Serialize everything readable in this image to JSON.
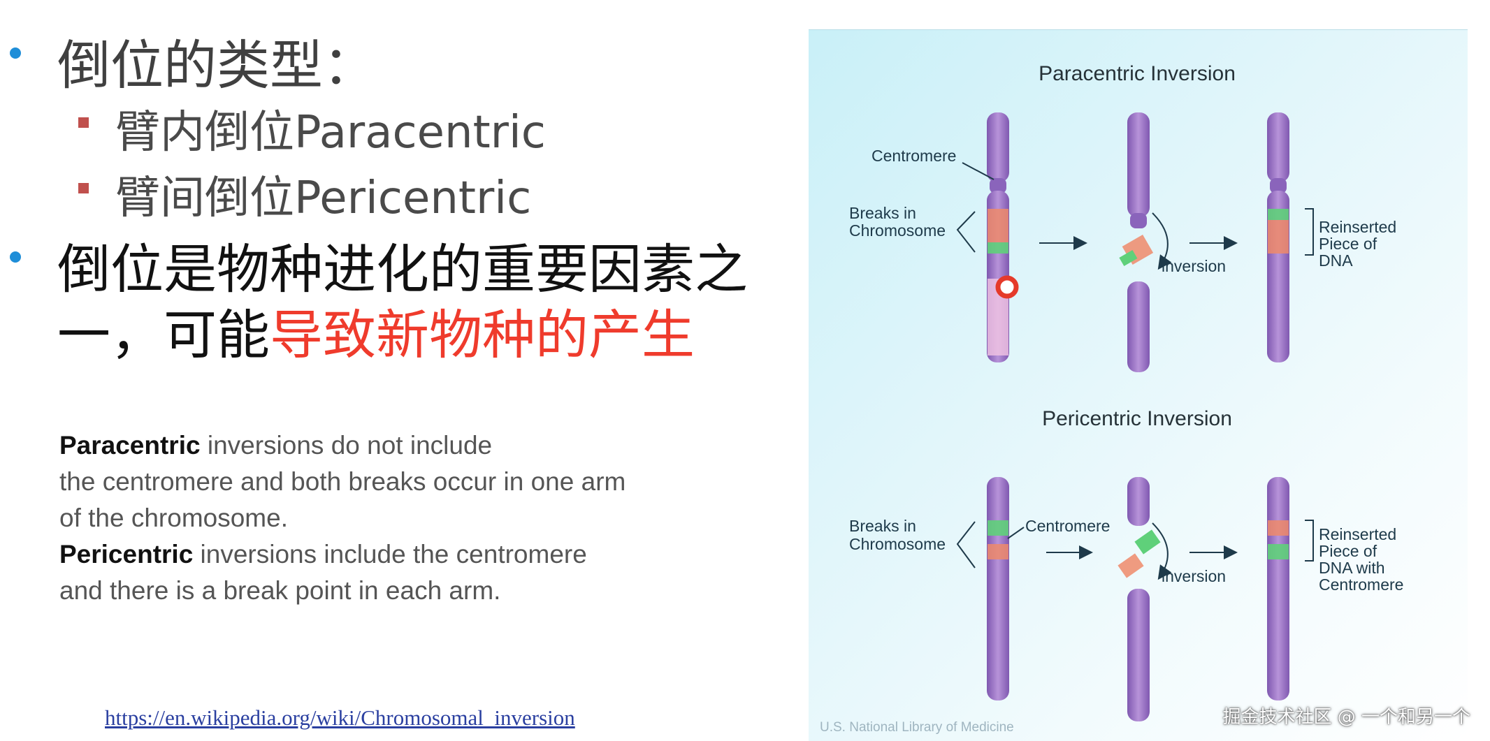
{
  "slide": {
    "bullet1": "倒位的类型：",
    "sub1": "臂内倒位Paracentric",
    "sub2": "臂间倒位Pericentric",
    "bullet2_line1": "倒位是物种进化的重要因素之",
    "bullet2_line2_plain": "一，可能",
    "bullet2_line2_highlight": "导致新物种的产生",
    "para1_bold": "Paracentric",
    "para1_line1": " inversions do not include",
    "para1_line2": "the centromere and both breaks occur in one arm",
    "para1_line3": "of the chromosome.",
    "para2_bold": "Pericentric",
    "para2_line1": " inversions include the centromere",
    "para2_line2": "and there is a break point in each arm.",
    "link": "https://en.wikipedia.org/wiki/Chromosomal_inversion"
  },
  "figure": {
    "title_top": "Paracentric Inversion",
    "title_bottom": "Pericentric Inversion",
    "label_centromere": "Centromere",
    "label_breaks_1": "Breaks in",
    "label_breaks_2": "Chromosome",
    "label_inversion": "inversion",
    "label_reinserted_1": "Reinserted",
    "label_reinserted_2": "Piece of",
    "label_reinserted_3": "DNA",
    "label_reinserted_3b": "DNA with",
    "label_reinserted_4b": "Centromere",
    "credit": "U.S. National Library of Medicine"
  },
  "watermark": "掘金技术社区 @ 一个和另一个",
  "colors": {
    "bullet": "#1f8ed8",
    "sub_bullet": "#c0504d",
    "highlight": "#ef3b2c",
    "chromosome": "#9b72c4"
  }
}
